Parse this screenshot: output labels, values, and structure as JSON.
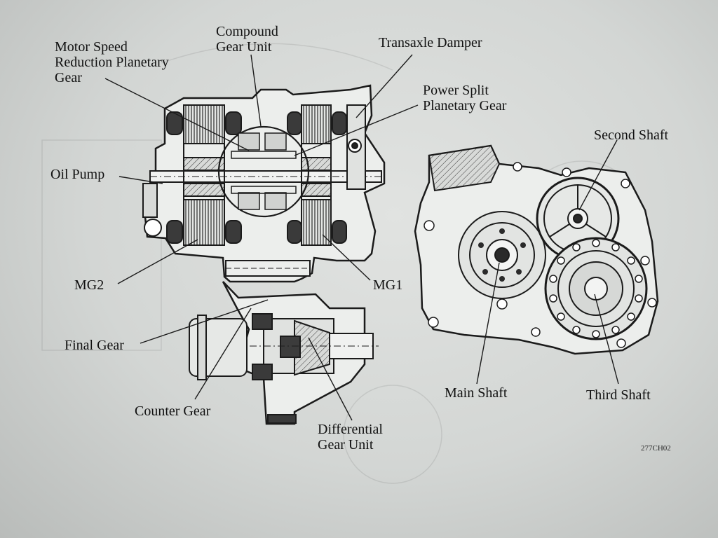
{
  "labels": {
    "compound_gear_unit": [
      "Compound",
      "Gear Unit"
    ],
    "motor_speed_reduction": [
      "Motor Speed",
      "Reduction Planetary",
      "Gear"
    ],
    "transaxle_damper": [
      "Transaxle Damper"
    ],
    "power_split": [
      "Power Split",
      "Planetary Gear"
    ],
    "second_shaft": [
      "Second Shaft"
    ],
    "oil_pump": [
      "Oil Pump"
    ],
    "mg2": [
      "MG2"
    ],
    "mg1": [
      "MG1"
    ],
    "final_gear": [
      "Final Gear"
    ],
    "counter_gear": [
      "Counter Gear"
    ],
    "differential_gear_unit": [
      "Differential",
      "Gear Unit"
    ],
    "main_shaft": [
      "Main Shaft"
    ],
    "third_shaft": [
      "Third Shaft"
    ]
  },
  "figure_code": "277CH02"
}
